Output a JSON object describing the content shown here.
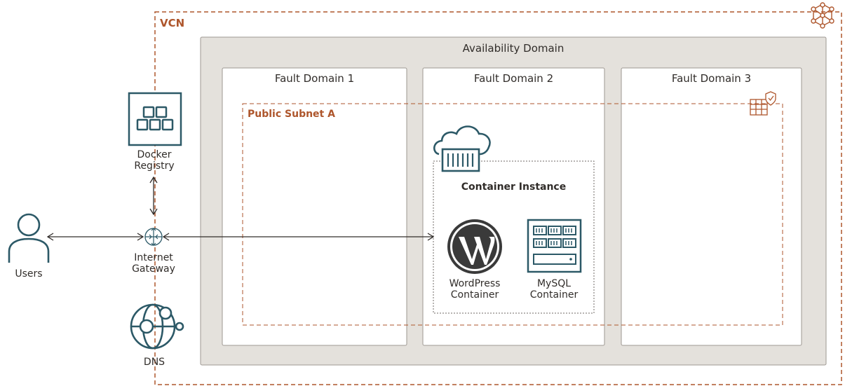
{
  "vcn": {
    "label": "VCN"
  },
  "availability_domain": {
    "label": "Availability Domain"
  },
  "fault_domains": [
    {
      "label": "Fault Domain 1"
    },
    {
      "label": "Fault Domain 2"
    },
    {
      "label": "Fault Domain 3"
    }
  ],
  "subnet": {
    "label": "Public Subnet A"
  },
  "container_instance": {
    "label": "Container Instance"
  },
  "containers": {
    "wordpress": {
      "line1": "WordPress",
      "line2": "Container"
    },
    "mysql": {
      "line1": "MySQL",
      "line2": "Container"
    }
  },
  "docker_registry": {
    "line1": "Docker",
    "line2": "Registry"
  },
  "internet_gateway": {
    "line1": "Internet",
    "line2": "Gateway"
  },
  "users": {
    "label": "Users"
  },
  "dns": {
    "label": "DNS"
  },
  "colors": {
    "vcn_border": "#ae562c",
    "ad_fill": "#e4e1dc",
    "ad_border": "#9e9892",
    "icon_teal": "#2c5967",
    "text": "#312d2a"
  }
}
